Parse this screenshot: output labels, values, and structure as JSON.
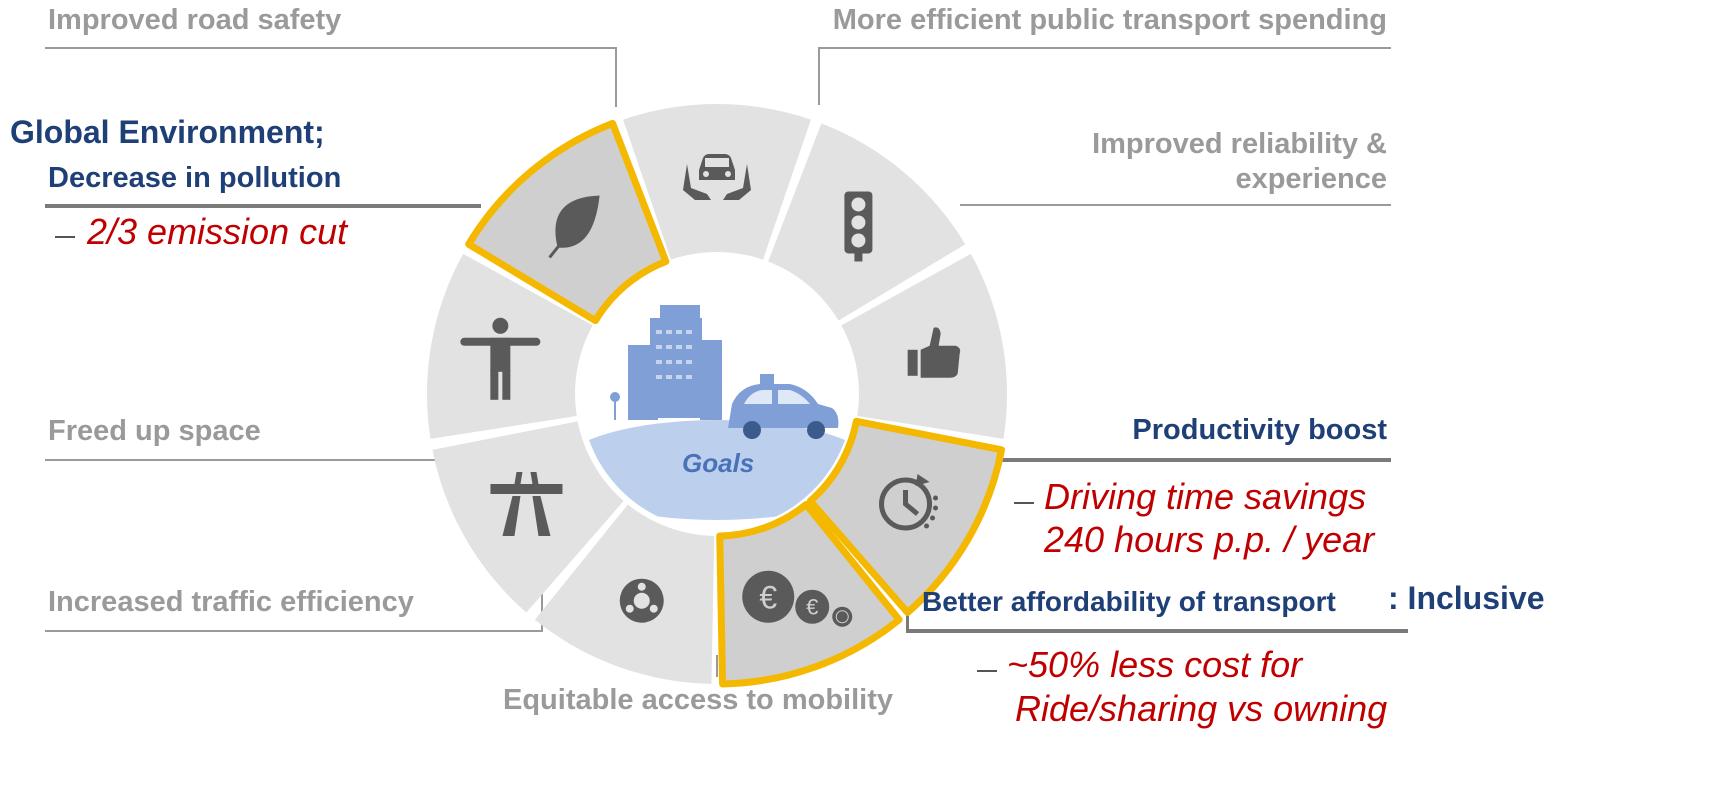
{
  "center": {
    "label": "Goals"
  },
  "labels": {
    "road_safety": "Improved road safety",
    "public_transport": "More efficient public transport spending",
    "reliability_1": "Improved reliability &",
    "reliability_2": "experience",
    "global_env": "Global Environment;",
    "pollution": "Decrease in pollution",
    "emission": "2/3 emission cut",
    "freed_space": "Freed up space",
    "productivity": "Productivity boost",
    "driving_1": "Driving time savings",
    "driving_2": "240 hours p.p. / year",
    "traffic": "Increased traffic efficiency",
    "affordability": "Better affordability of transport",
    "inclusive": ": Inclusive",
    "cost_1": "~50% less cost for",
    "cost_2": "Ride/sharing vs owning",
    "equitable": "Equitable access to mobility"
  },
  "segments": [
    {
      "name": "road-safety",
      "icon": "car-hands-icon",
      "highlighted": false
    },
    {
      "name": "traffic-light",
      "icon": "traffic-light-icon",
      "highlighted": false
    },
    {
      "name": "reliability",
      "icon": "thumbs-up-icon",
      "highlighted": false
    },
    {
      "name": "productivity",
      "icon": "clock-icon",
      "highlighted": true
    },
    {
      "name": "affordability",
      "icon": "euro-coins-icon",
      "highlighted": true
    },
    {
      "name": "equitable-access",
      "icon": "sharing-icon",
      "highlighted": false
    },
    {
      "name": "traffic-efficiency",
      "icon": "highway-icon",
      "highlighted": false
    },
    {
      "name": "freed-space",
      "icon": "person-icon",
      "highlighted": false
    },
    {
      "name": "environment",
      "icon": "leaf-icon",
      "highlighted": true
    }
  ],
  "colors": {
    "segment": "#e2e2e2",
    "segment_highlight": "#cfcfcf",
    "highlight_border": "#f5b800",
    "icon": "#5a5a5a",
    "center_sky": "#ffffff",
    "center_ground": "#bcd0ee",
    "building": "#7f9fd6",
    "navy": "#1f3f77",
    "red": "#c00000",
    "grey_text": "#9a9a9a"
  }
}
